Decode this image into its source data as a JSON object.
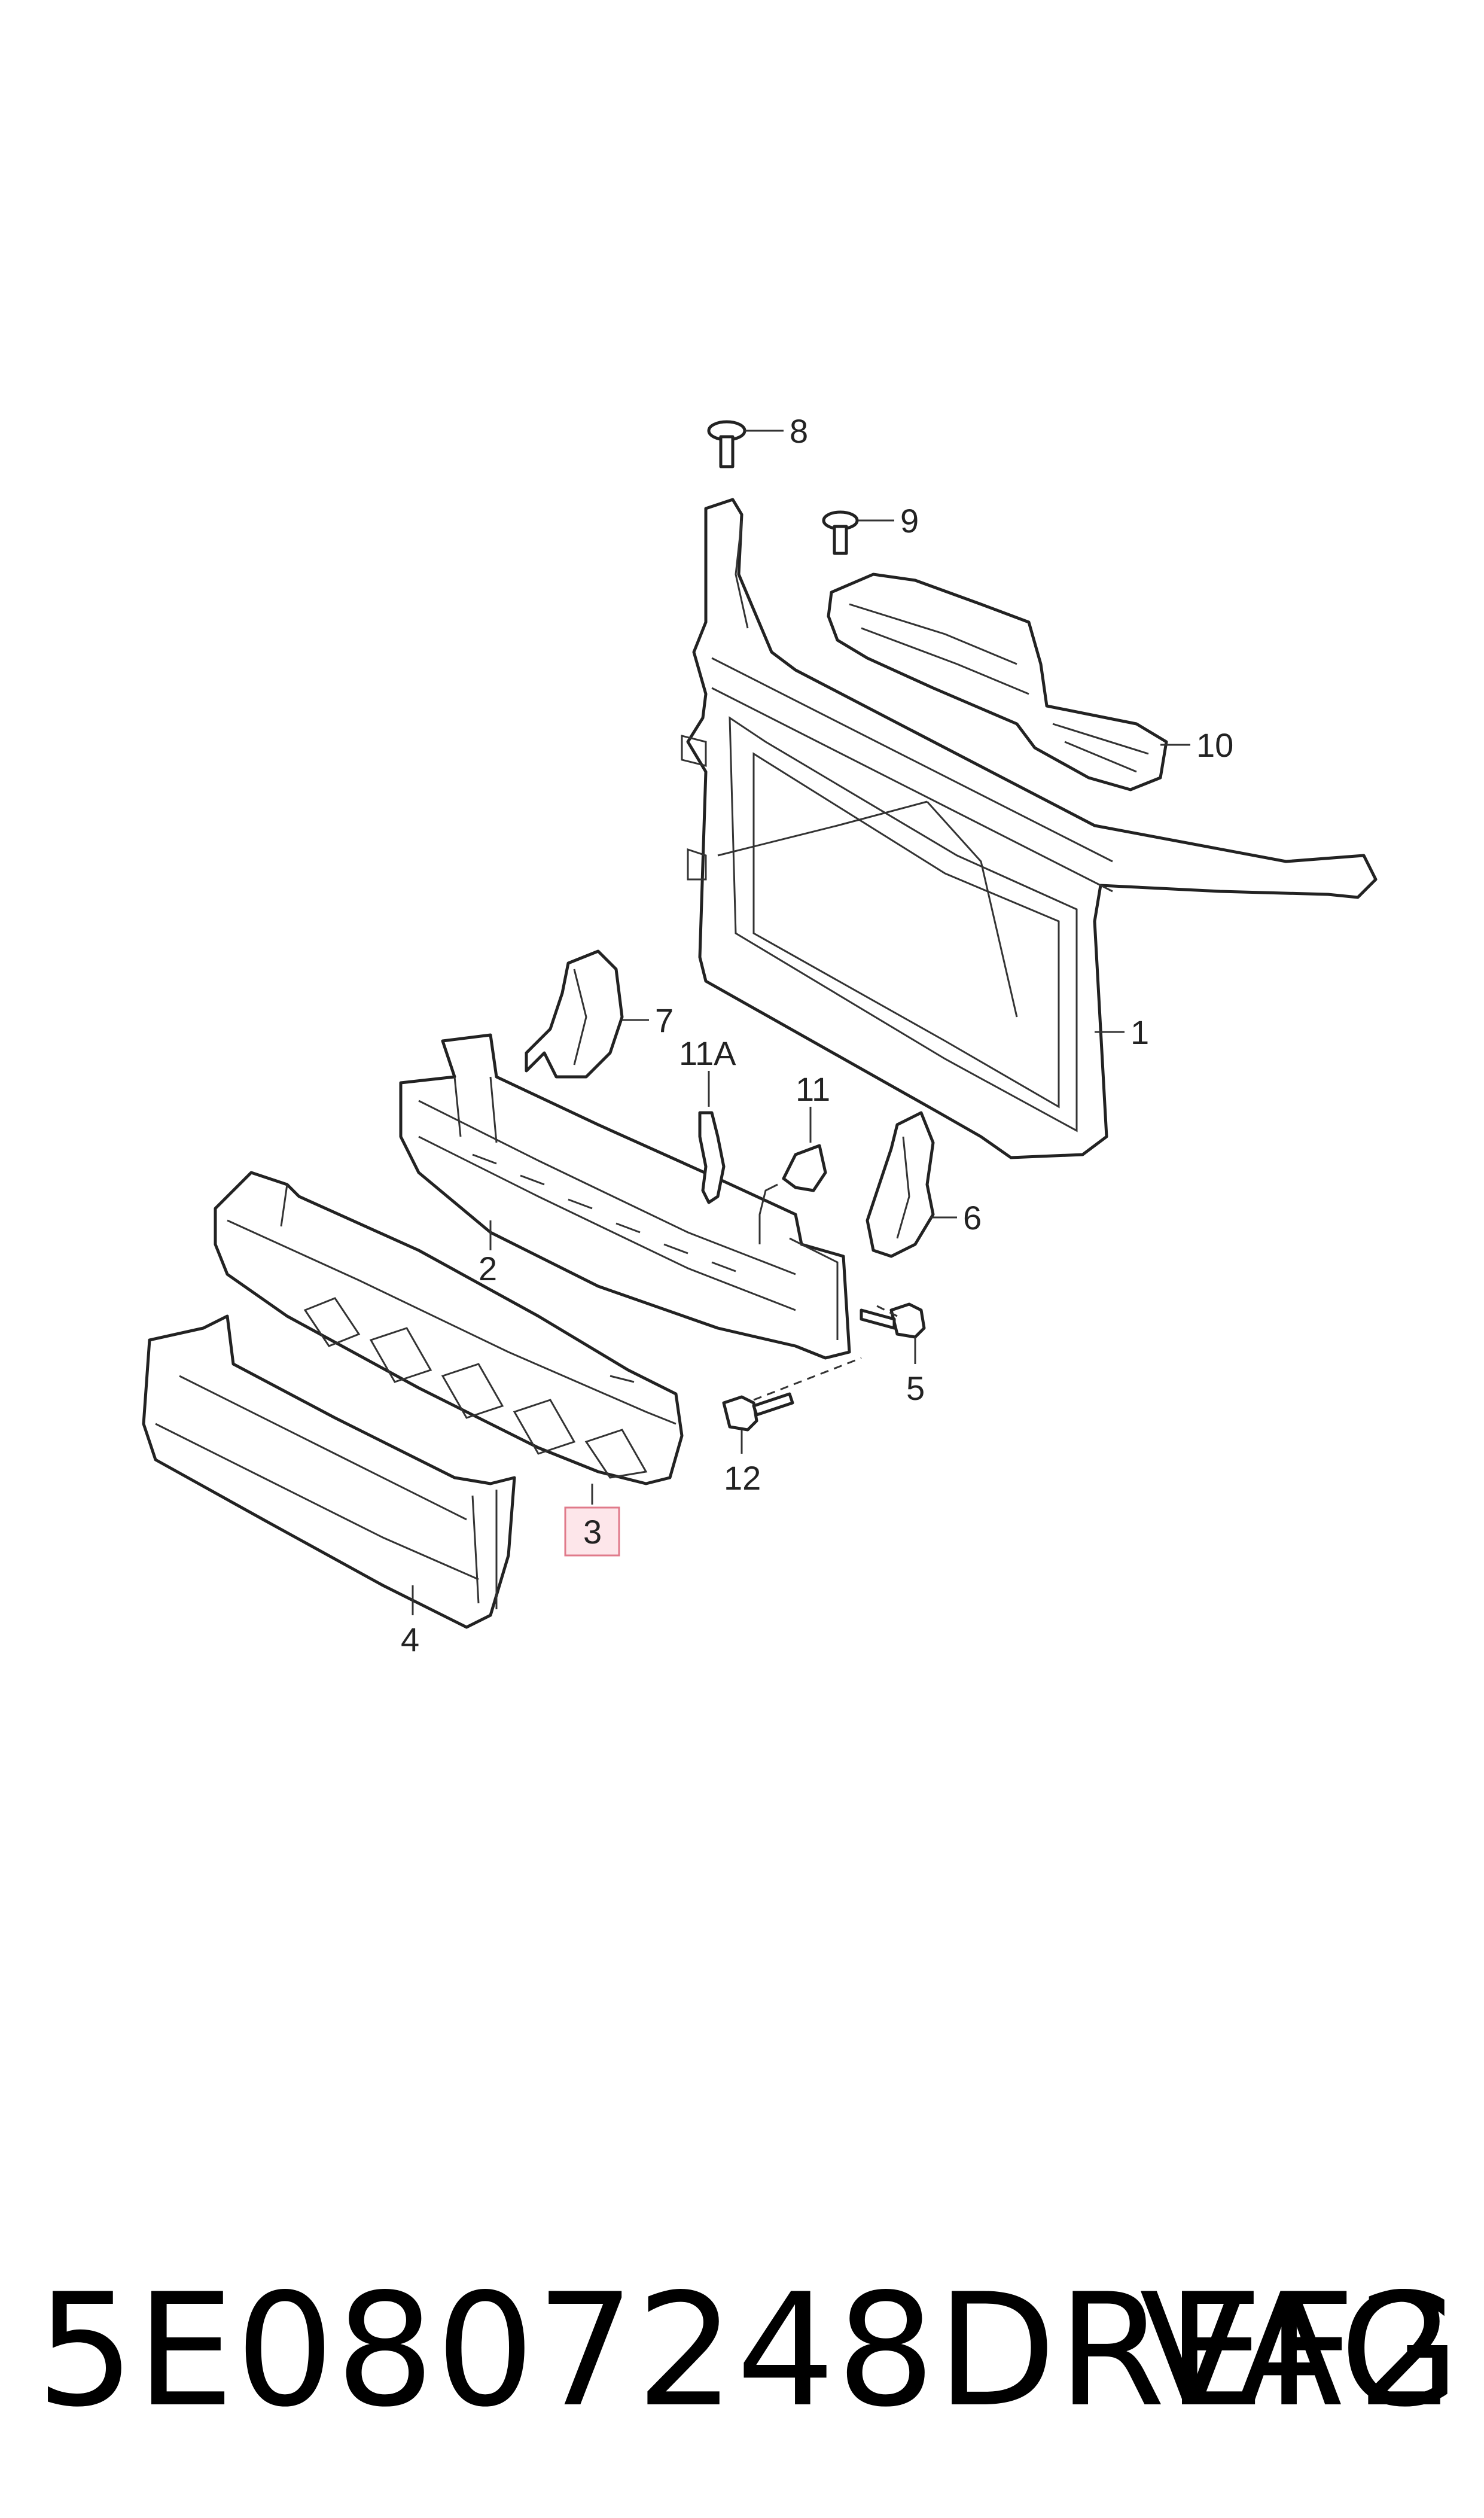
{
  "diagram": {
    "callouts": [
      {
        "id": "1",
        "label": "1"
      },
      {
        "id": "2",
        "label": "2"
      },
      {
        "id": "3",
        "label": "3"
      },
      {
        "id": "4",
        "label": "4"
      },
      {
        "id": "5",
        "label": "5"
      },
      {
        "id": "6",
        "label": "6"
      },
      {
        "id": "7",
        "label": "7"
      },
      {
        "id": "8",
        "label": "8"
      },
      {
        "id": "9",
        "label": "9"
      },
      {
        "id": "10",
        "label": "10"
      },
      {
        "id": "11",
        "label": "11"
      },
      {
        "id": "11A",
        "label": "11A"
      },
      {
        "id": "12",
        "label": "12"
      }
    ],
    "highlighted_callout": "3",
    "highlight_color": "#e07a8a"
  },
  "footer": {
    "part_number": "5E0807248DREF2",
    "brand": "VAG"
  }
}
